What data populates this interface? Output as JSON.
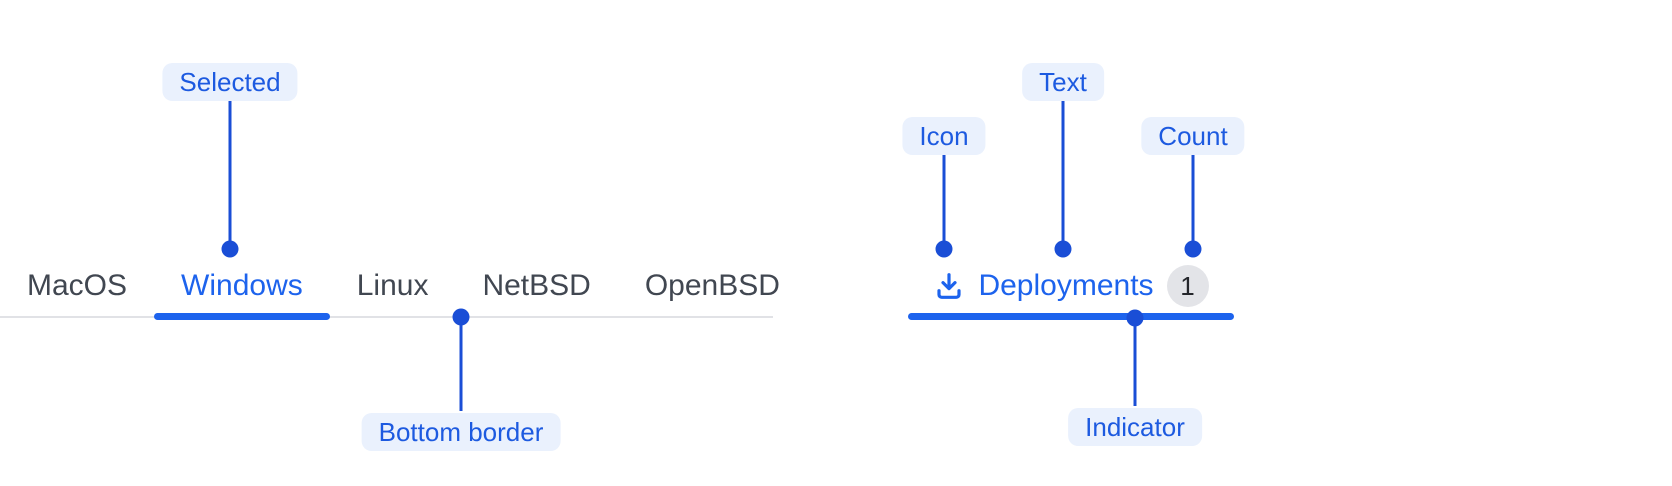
{
  "colors": {
    "accent_blue": "#1d63ed",
    "annotation_blue": "#1a4ed6",
    "pill_background": "#eaf1fd",
    "inactive_tab_text": "#414751",
    "divider_gray": "#e1e2e6",
    "badge_background": "#e3e4e8",
    "badge_text": "#24262b"
  },
  "os_tabs": {
    "items": [
      {
        "label": "MacOS",
        "selected": false
      },
      {
        "label": "Windows",
        "selected": true
      },
      {
        "label": "Linux",
        "selected": false
      },
      {
        "label": "NetBSD",
        "selected": false
      },
      {
        "label": "OpenBSD",
        "selected": false
      }
    ]
  },
  "deployments_tab": {
    "icon": "download-icon",
    "label": "Deployments",
    "count": "1"
  },
  "annotations": {
    "selected": "Selected",
    "bottom_border": "Bottom border",
    "icon": "Icon",
    "text": "Text",
    "count": "Count",
    "indicator": "Indicator"
  }
}
